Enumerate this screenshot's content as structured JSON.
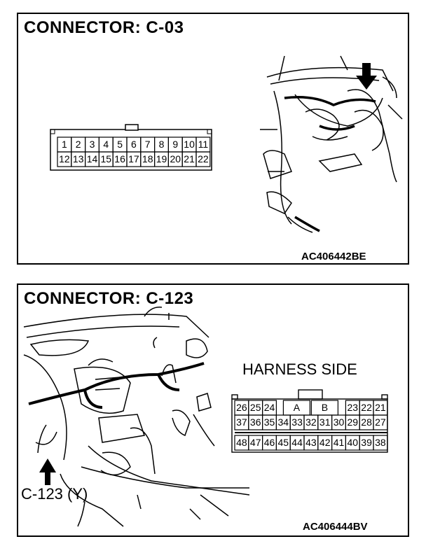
{
  "panel1": {
    "title": "CONNECTOR: C-03",
    "code": "AC406442BE",
    "pins_top": [
      "1",
      "2",
      "3",
      "4",
      "5",
      "6",
      "7",
      "8",
      "9",
      "10",
      "11"
    ],
    "pins_bottom": [
      "12",
      "13",
      "14",
      "15",
      "16",
      "17",
      "18",
      "19",
      "20",
      "21",
      "22"
    ]
  },
  "panel2": {
    "title": "CONNECTOR: C-123",
    "code": "AC406444BV",
    "harness_label": "HARNESS SIDE",
    "callout": "C-123 (Y)",
    "row1_left": [
      "26",
      "25",
      "24"
    ],
    "row1_mid": [
      "A",
      "B"
    ],
    "row1_right": [
      "23",
      "22",
      "21"
    ],
    "row2": [
      "37",
      "36",
      "35",
      "34",
      "33",
      "32",
      "31",
      "30",
      "29",
      "28",
      "27"
    ],
    "row3": [
      "48",
      "47",
      "46",
      "45",
      "44",
      "43",
      "42",
      "41",
      "40",
      "39",
      "38"
    ]
  }
}
